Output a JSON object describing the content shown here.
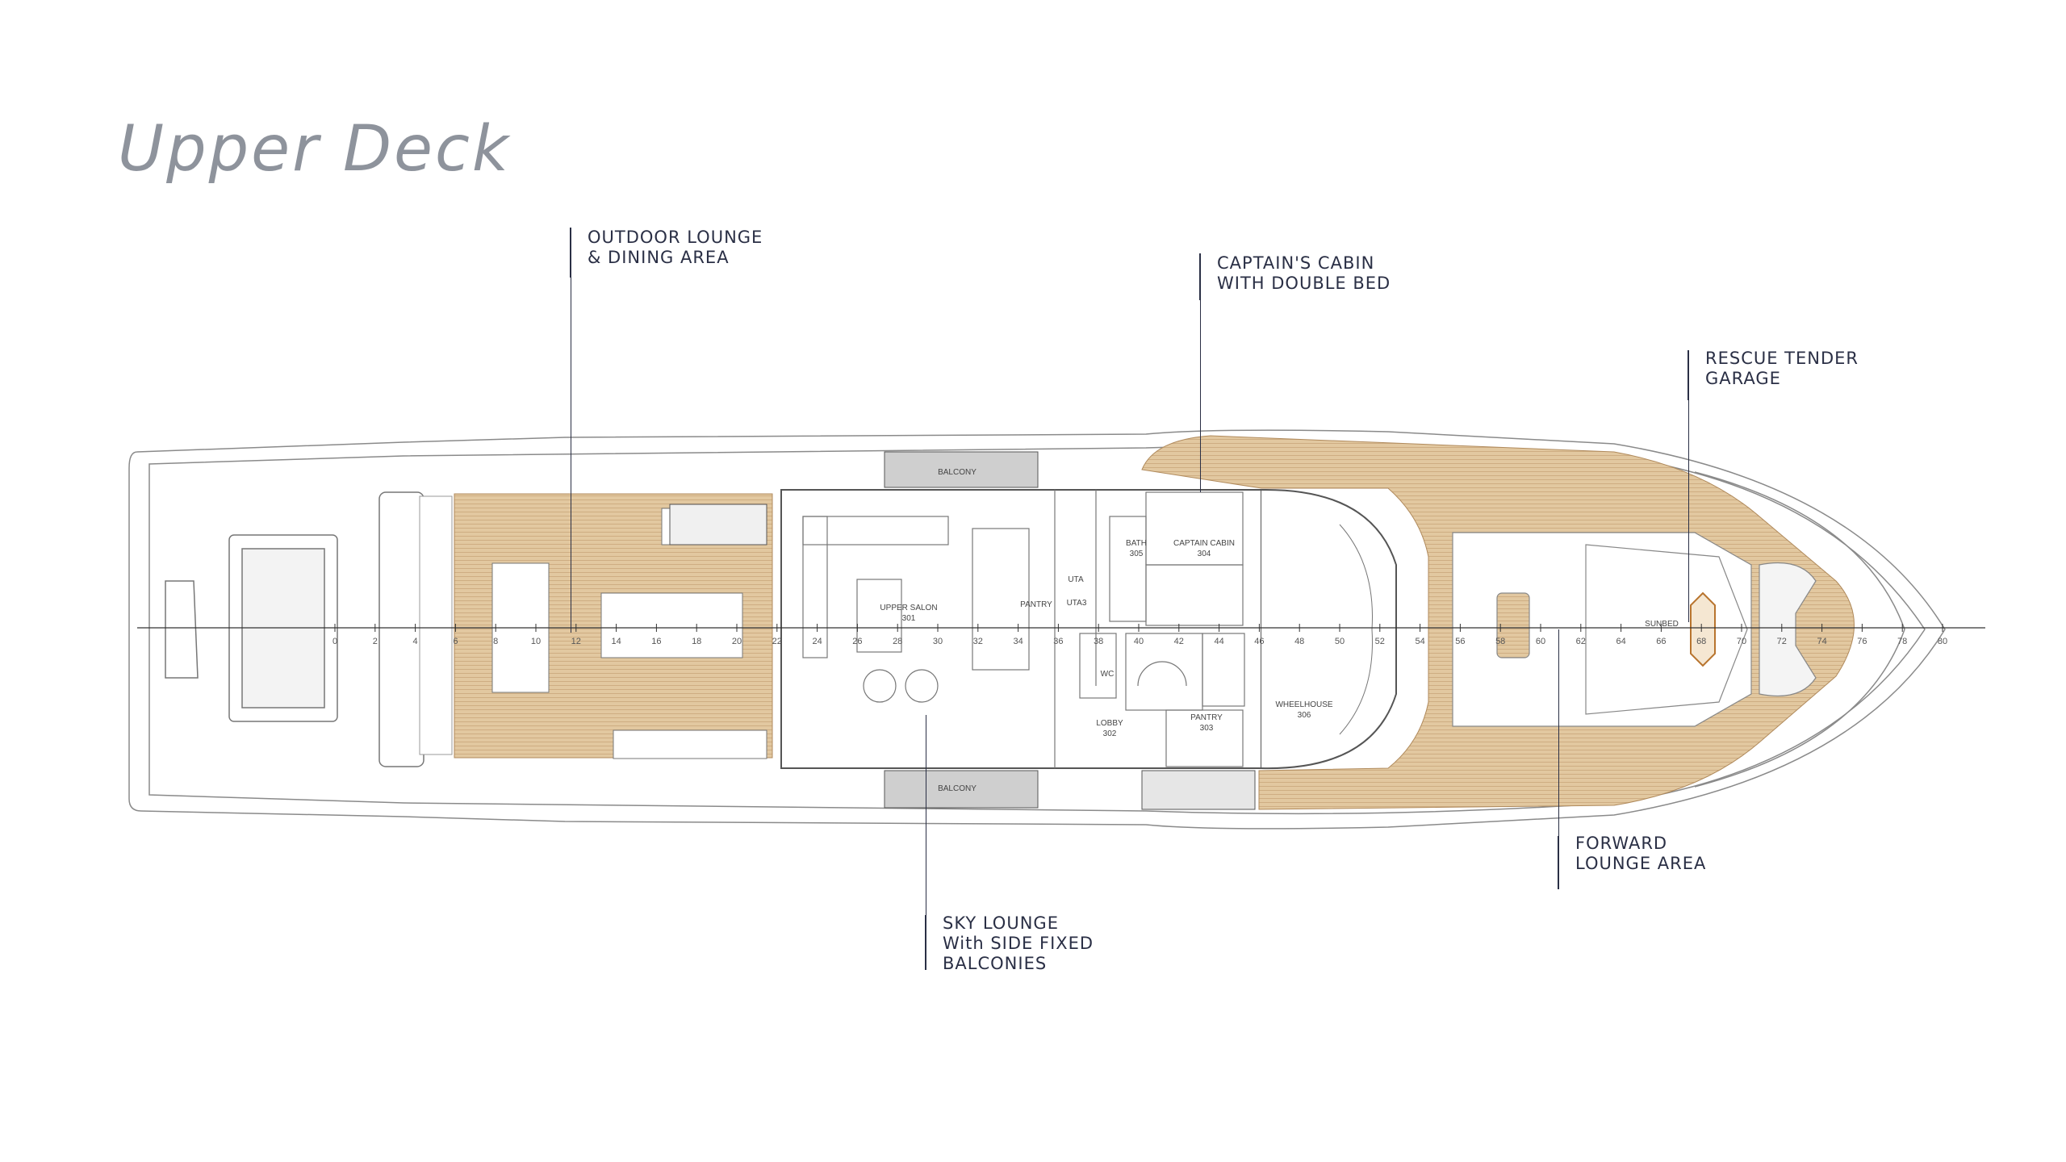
{
  "title": "Upper Deck",
  "callouts": {
    "outdoor_lounge": [
      "OUTDOOR LOUNGE",
      "& DINING AREA"
    ],
    "captains_cabin": [
      "CAPTAIN'S CABIN",
      "WITH DOUBLE BED"
    ],
    "rescue_tender": [
      "RESCUE TENDER",
      "GARAGE"
    ],
    "forward_lounge": [
      "FORWARD",
      "LOUNGE AREA"
    ],
    "sky_lounge": [
      "SKY LOUNGE",
      "With SIDE FIXED",
      "BALCONIES"
    ]
  },
  "rooms": {
    "balcony_top": "BALCONY",
    "balcony_bottom": "BALCONY",
    "upper_salon": "UPPER SALON",
    "upper_salon_no": "301",
    "pantry": "PANTRY",
    "uta": "UTA",
    "uta3": "UTA3",
    "bath": "BATH",
    "bath_no": "305",
    "captain_cabin": "CAPTAIN CABIN",
    "captain_cabin_no": "304",
    "wc": "WC",
    "lobby": "LOBBY",
    "lobby_no": "302",
    "pantry2": "PANTRY",
    "pantry2_no": "303",
    "wheelhouse": "WHEELHOUSE",
    "wheelhouse_no": "306",
    "sunbed": "SUNBED"
  },
  "frames": [
    "0",
    "2",
    "4",
    "6",
    "8",
    "10",
    "12",
    "14",
    "16",
    "18",
    "20",
    "22",
    "24",
    "26",
    "28",
    "30",
    "32",
    "34",
    "36",
    "38",
    "40",
    "42",
    "44",
    "46",
    "48",
    "50",
    "52",
    "54",
    "56",
    "58",
    "60",
    "62",
    "64",
    "66",
    "68",
    "70",
    "72",
    "74",
    "76",
    "78",
    "80"
  ],
  "colors": {
    "teak": "#e2c8a0",
    "ink": "#2a2f45",
    "title": "#8e939c"
  }
}
